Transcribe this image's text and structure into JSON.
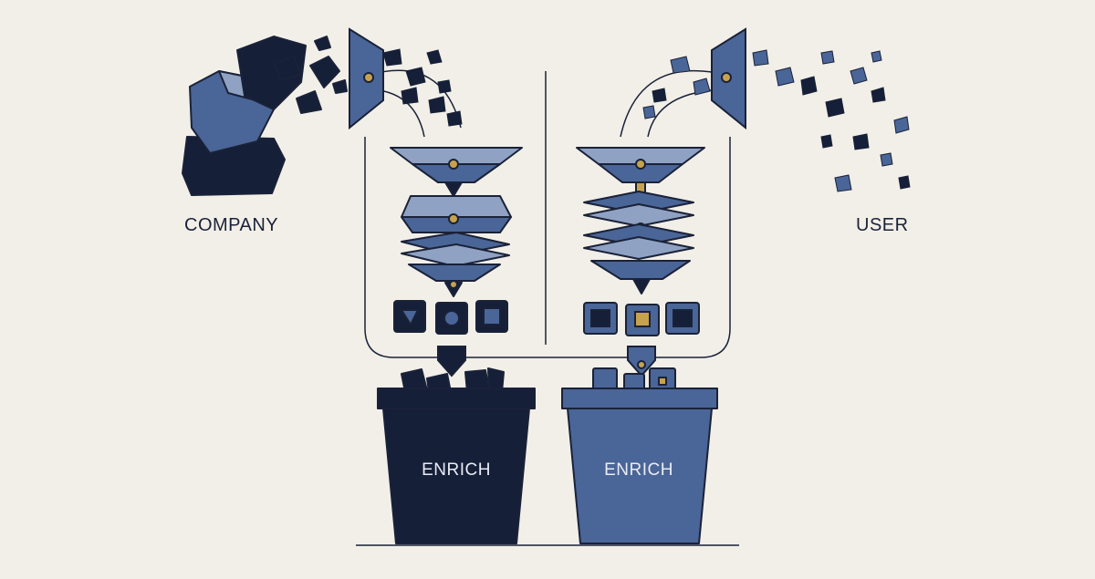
{
  "sources": {
    "company": {
      "label": "COMPANY"
    },
    "user": {
      "label": "USER"
    }
  },
  "bins": {
    "left": {
      "label": "ENRICH"
    },
    "right": {
      "label": "ENRICH"
    }
  },
  "colors": {
    "background": "#f2efe8",
    "navy": "#151f38",
    "steel_blue": "#4a6597",
    "light_slate": "#8fa2c4",
    "gold": "#c7a24e",
    "outline": "#1a2238"
  }
}
